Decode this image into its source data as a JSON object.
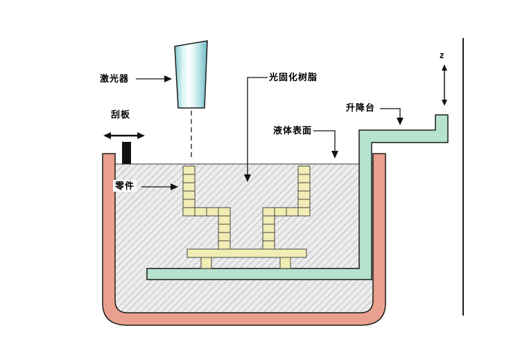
{
  "labels": {
    "laser": "激光器",
    "scraper": "刮板",
    "resin": "光固化树脂",
    "surface": "液体表面",
    "elevator": "升降台",
    "part": "零件",
    "z_axis": "z"
  },
  "colors": {
    "tank": "#e9a08e",
    "elevator": "#b5e3cd",
    "part": "#f2edb4",
    "scraper": "#111111",
    "outline": "#1a1a1a"
  }
}
